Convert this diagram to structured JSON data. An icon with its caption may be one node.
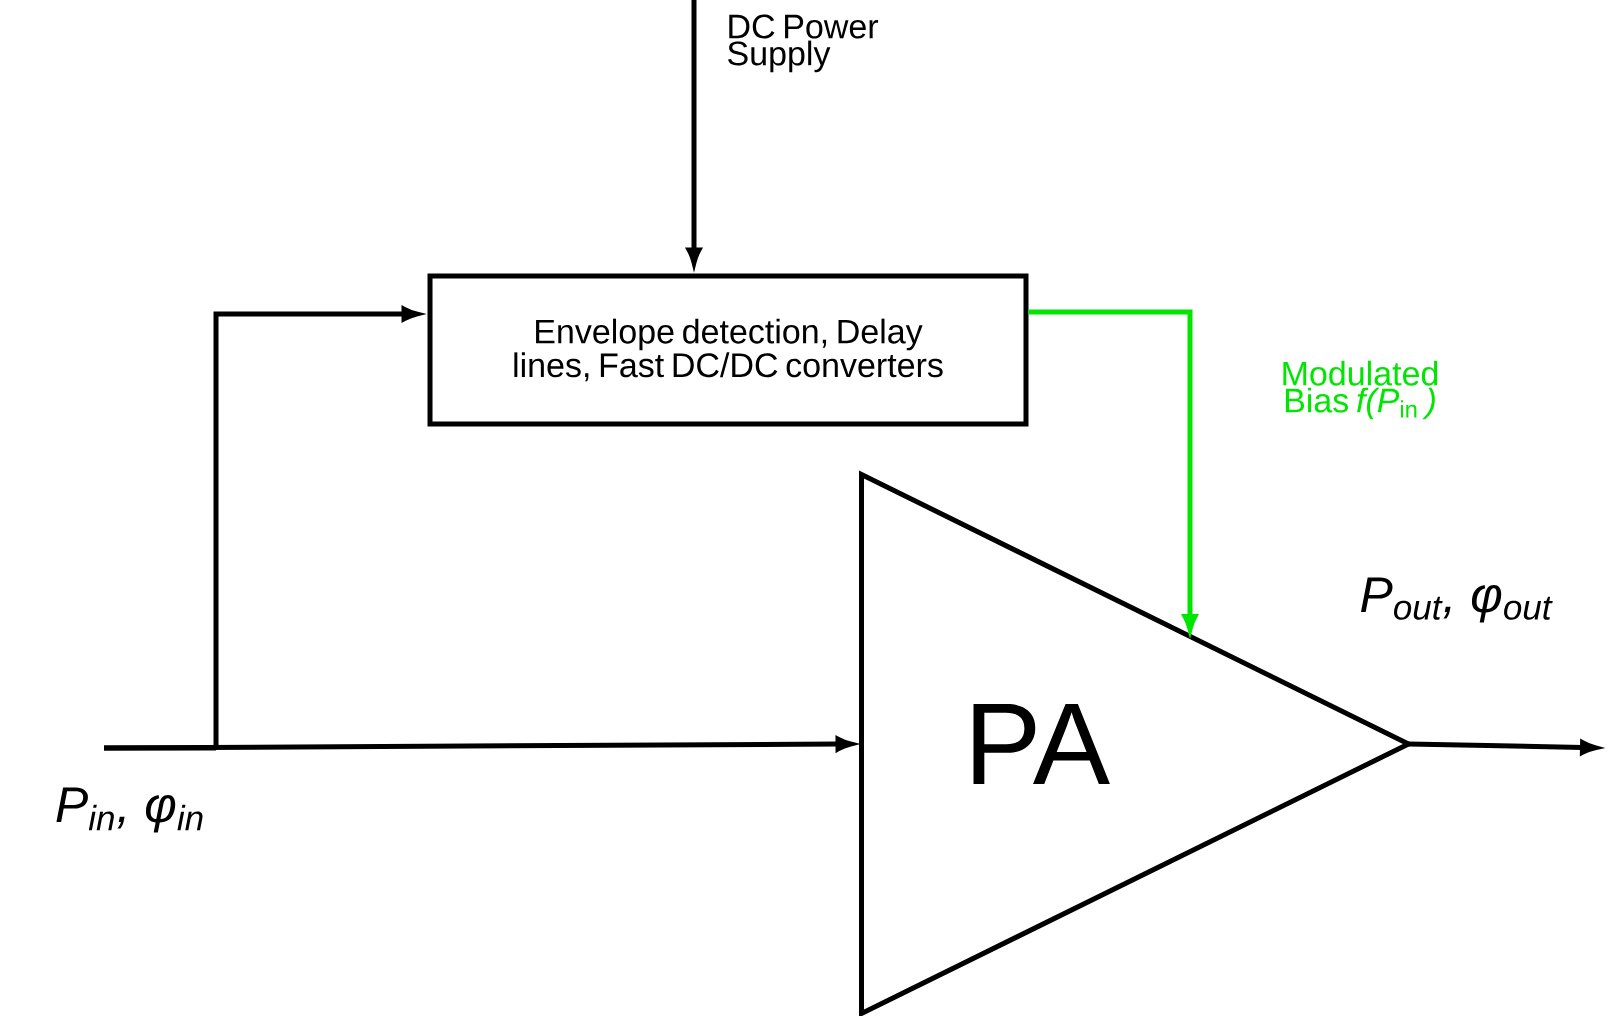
{
  "diagram": {
    "nodes": [
      {
        "text": [
          "DC Power Supply"
        ]
      },
      {
        "text": [
          "Envelope detection, Delay lines, Fast DC/DC converters"
        ]
      },
      {
        "text": [
          "PA"
        ]
      }
    ],
    "edges": [
      {
        "from": 0,
        "to": 1,
        "arrow": "to"
      },
      {
        "from": null,
        "to": 1,
        "arrow": "to"
      },
      {
        "from": null,
        "to": 2,
        "arrow": "to"
      },
      {
        "from": 1,
        "to": 2,
        "arrow": "to",
        "label": "Modulated Bias *f(P*$_{in}$ *)*",
        "color": "#00e600"
      },
      {
        "from": 2,
        "to": null,
        "arrow": "to"
      }
    ],
    "labels": [
      "P$_{in}$, φ$_{in}$",
      "P$_{out}$, φ$_{out}$"
    ]
  }
}
